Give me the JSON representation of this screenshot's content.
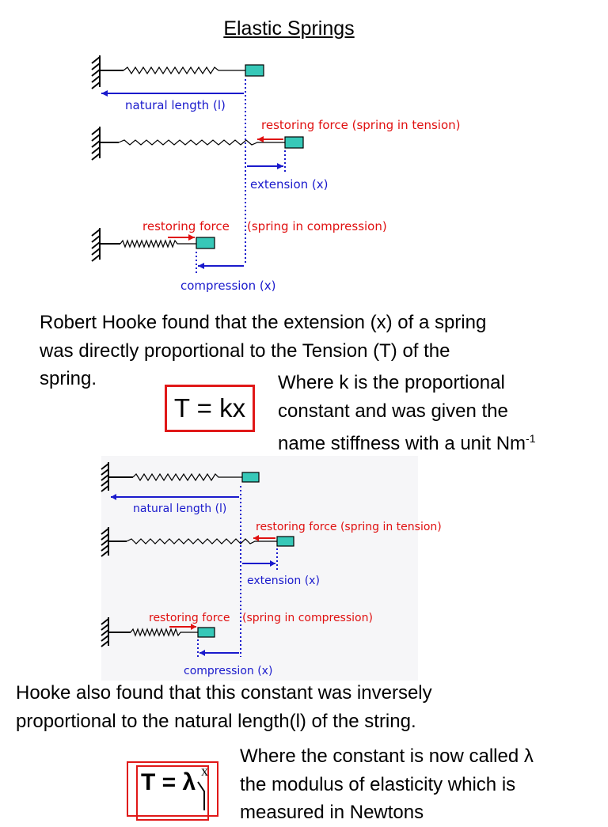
{
  "title": "Elastic Springs",
  "diagram": {
    "natural_length_label": "natural length (l)",
    "tension_label": "restoring force (spring in tension)",
    "extension_label": "extension (x)",
    "compression_force_left": "restoring force",
    "compression_force_right": "(spring in compression)",
    "compression_label": "compression (x)"
  },
  "paragraph1": {
    "line1": "Robert Hooke found that the extension (x) of a spring",
    "line2": "was directly proportional to the Tension (T) of the",
    "line3": "spring."
  },
  "formula1": "T = kx",
  "paragraph2": {
    "line1": "Where k is the proportional",
    "line2": "constant and was given the",
    "line3": "name stiffness with a unit Nm",
    "unit_sup": "-1"
  },
  "paragraph3": {
    "line1": "Hooke also found that this constant was inversely",
    "line2": "proportional to the natural length(l) of the string."
  },
  "formula2": {
    "main": "T = λ",
    "numerator": "x"
  },
  "paragraph4": {
    "line1": "Where the constant is now called λ",
    "line2": "the modulus of elasticity which is",
    "line3": "measured in Newtons"
  }
}
